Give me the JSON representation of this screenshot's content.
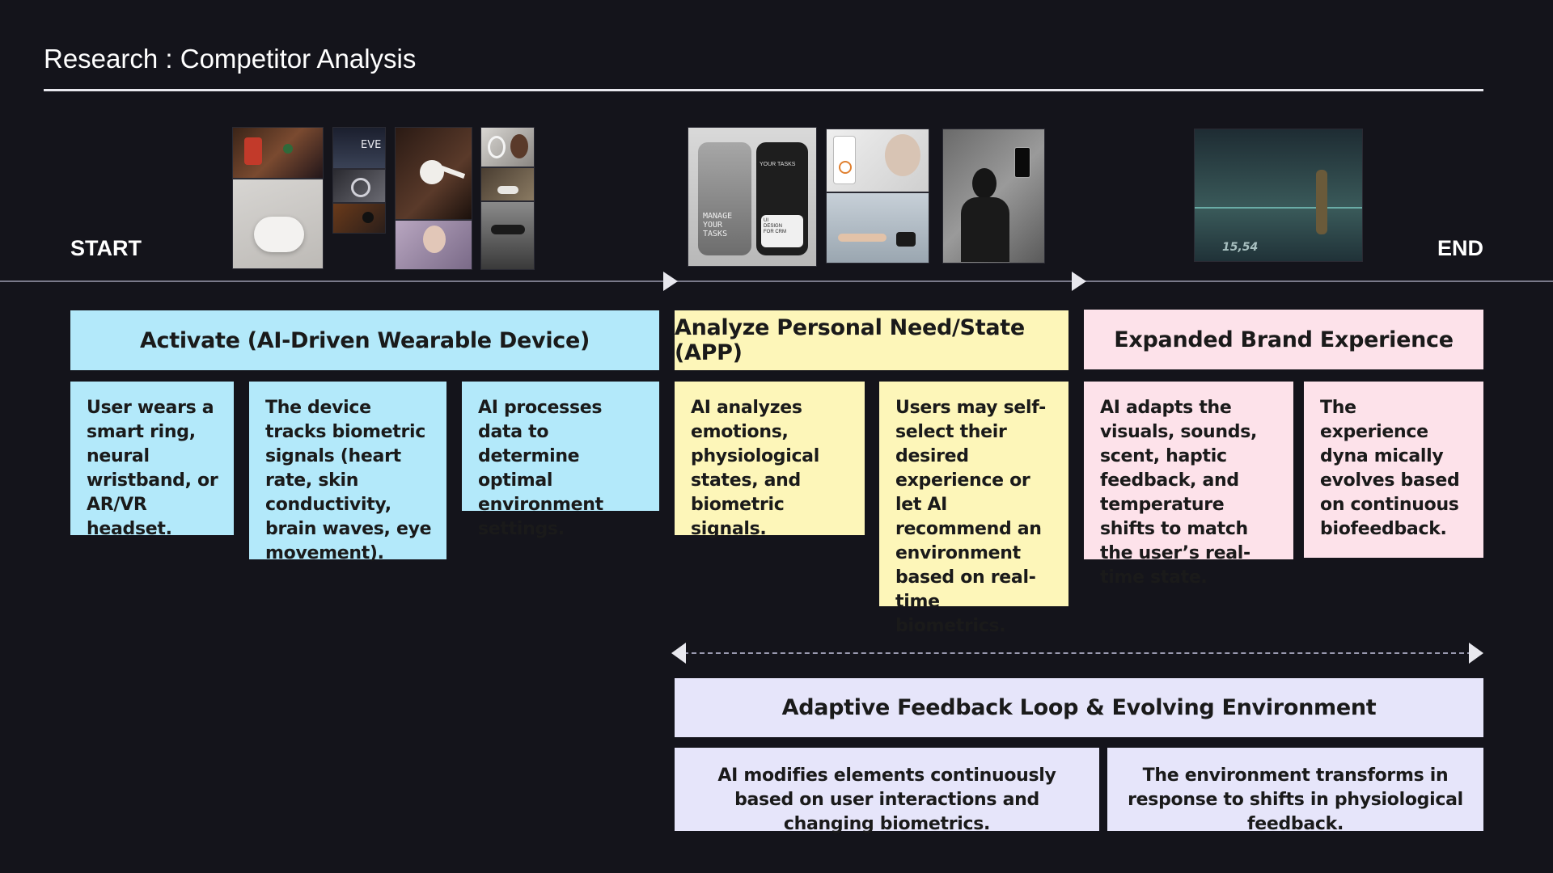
{
  "page": {
    "title": "Research : Competitor Analysis"
  },
  "timeline": {
    "start_label": "START",
    "end_label": "END"
  },
  "stages": {
    "activate": {
      "header": "Activate (AI-Driven Wearable Device)",
      "cards": [
        "User wears a smart ring, neural wristband, or AR/VR headset.",
        "The device tracks biometric signals (heart rate, skin conductivity, brain waves, eye movement).",
        "AI processes data to determine optimal environment settings."
      ]
    },
    "analyze": {
      "header": "Analyze Personal Need/State (APP)",
      "cards": [
        "AI analyzes emotions, physiological states, and biometric signals.",
        "Users may self-select their desired experience or let AI recommend an environment based on real-time biometrics."
      ]
    },
    "expanded": {
      "header": "Expanded Brand Experience",
      "cards": [
        "AI adapts the visuals, sounds, scent, haptic feedback, and temperature shifts to match the user’s real-time state.",
        "The experience dyna mically evolves based on continuous biofeedback."
      ]
    },
    "feedback": {
      "header": "Adaptive Feedback Loop & Evolving Environment",
      "cards": [
        "AI modifies elements continuously based on user interactions and changing biometrics.",
        "The environment transforms in response to shifts in physiological feedback."
      ]
    }
  },
  "images": {
    "app_screen_text": "MANAGE YOUR TASKS",
    "app_screen_text_2": "YOUR TASKS",
    "app_screen_text_3": "UI DESIGN FOR CRM",
    "eve_logo_text": "EVE",
    "floor_number": "15,54"
  },
  "colors": {
    "background": "#14141b",
    "activate": "#b3e9fa",
    "analyze": "#fdf6b9",
    "expanded": "#fde2ea",
    "feedback": "#e6e5fa"
  }
}
